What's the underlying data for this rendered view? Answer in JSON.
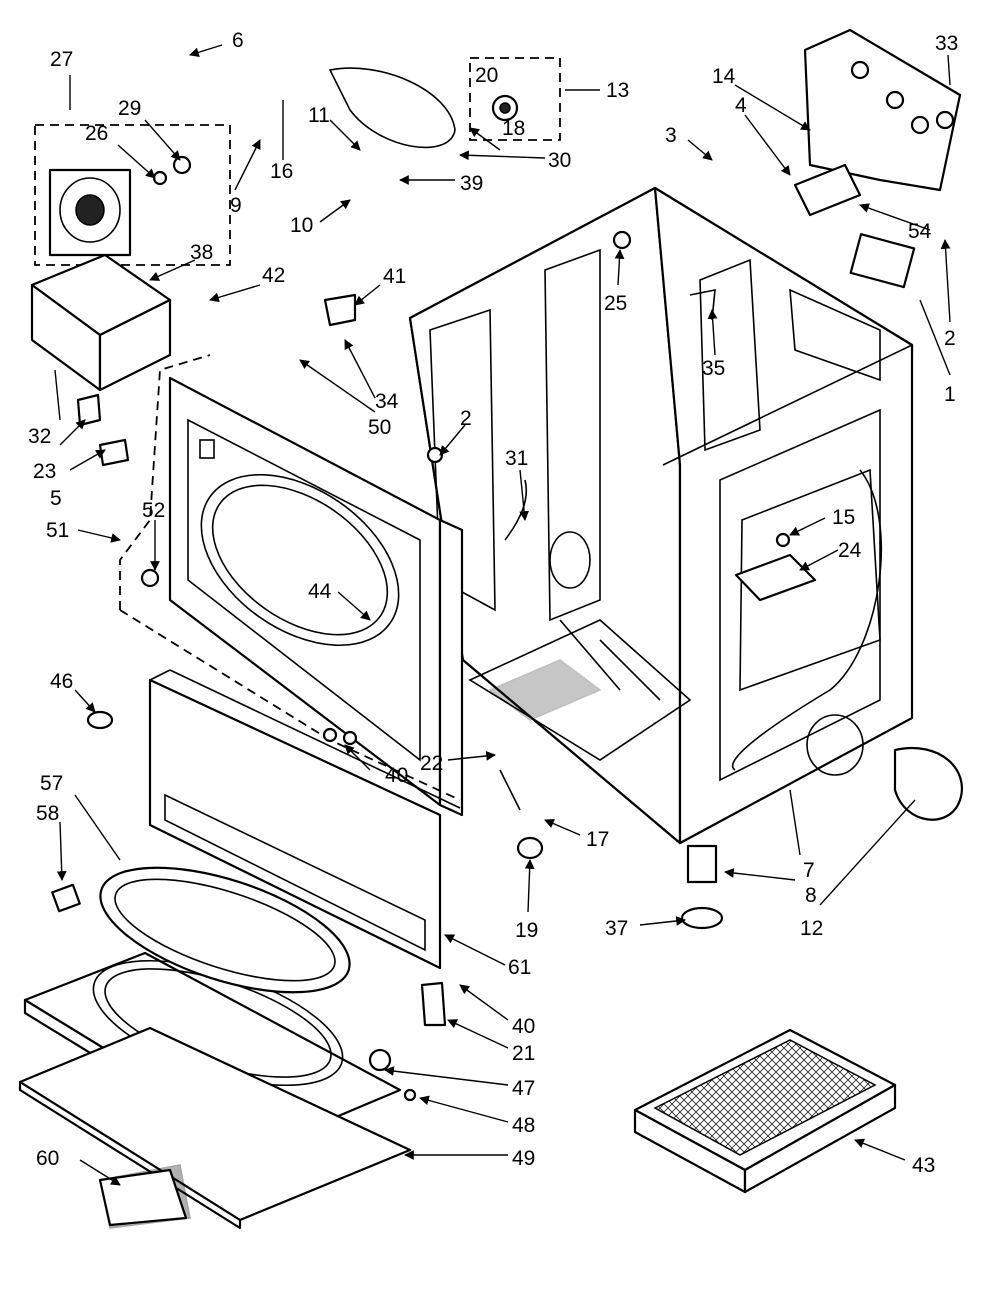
{
  "callouts": [
    "27",
    "6",
    "20",
    "13",
    "33",
    "29",
    "11",
    "14",
    "26",
    "18",
    "3",
    "4",
    "16",
    "30",
    "9",
    "10",
    "39",
    "54",
    "38",
    "25",
    "42",
    "41",
    "2",
    "32",
    "50",
    "34",
    "35",
    "1",
    "23",
    "2",
    "31",
    "5",
    "51",
    "52",
    "15",
    "24",
    "44",
    "46",
    "40",
    "22",
    "17",
    "7",
    "57",
    "58",
    "19",
    "8",
    "12",
    "37",
    "61",
    "40",
    "21",
    "47",
    "48",
    "49",
    "43",
    "60"
  ],
  "arrow_marker": "filled-triangle"
}
